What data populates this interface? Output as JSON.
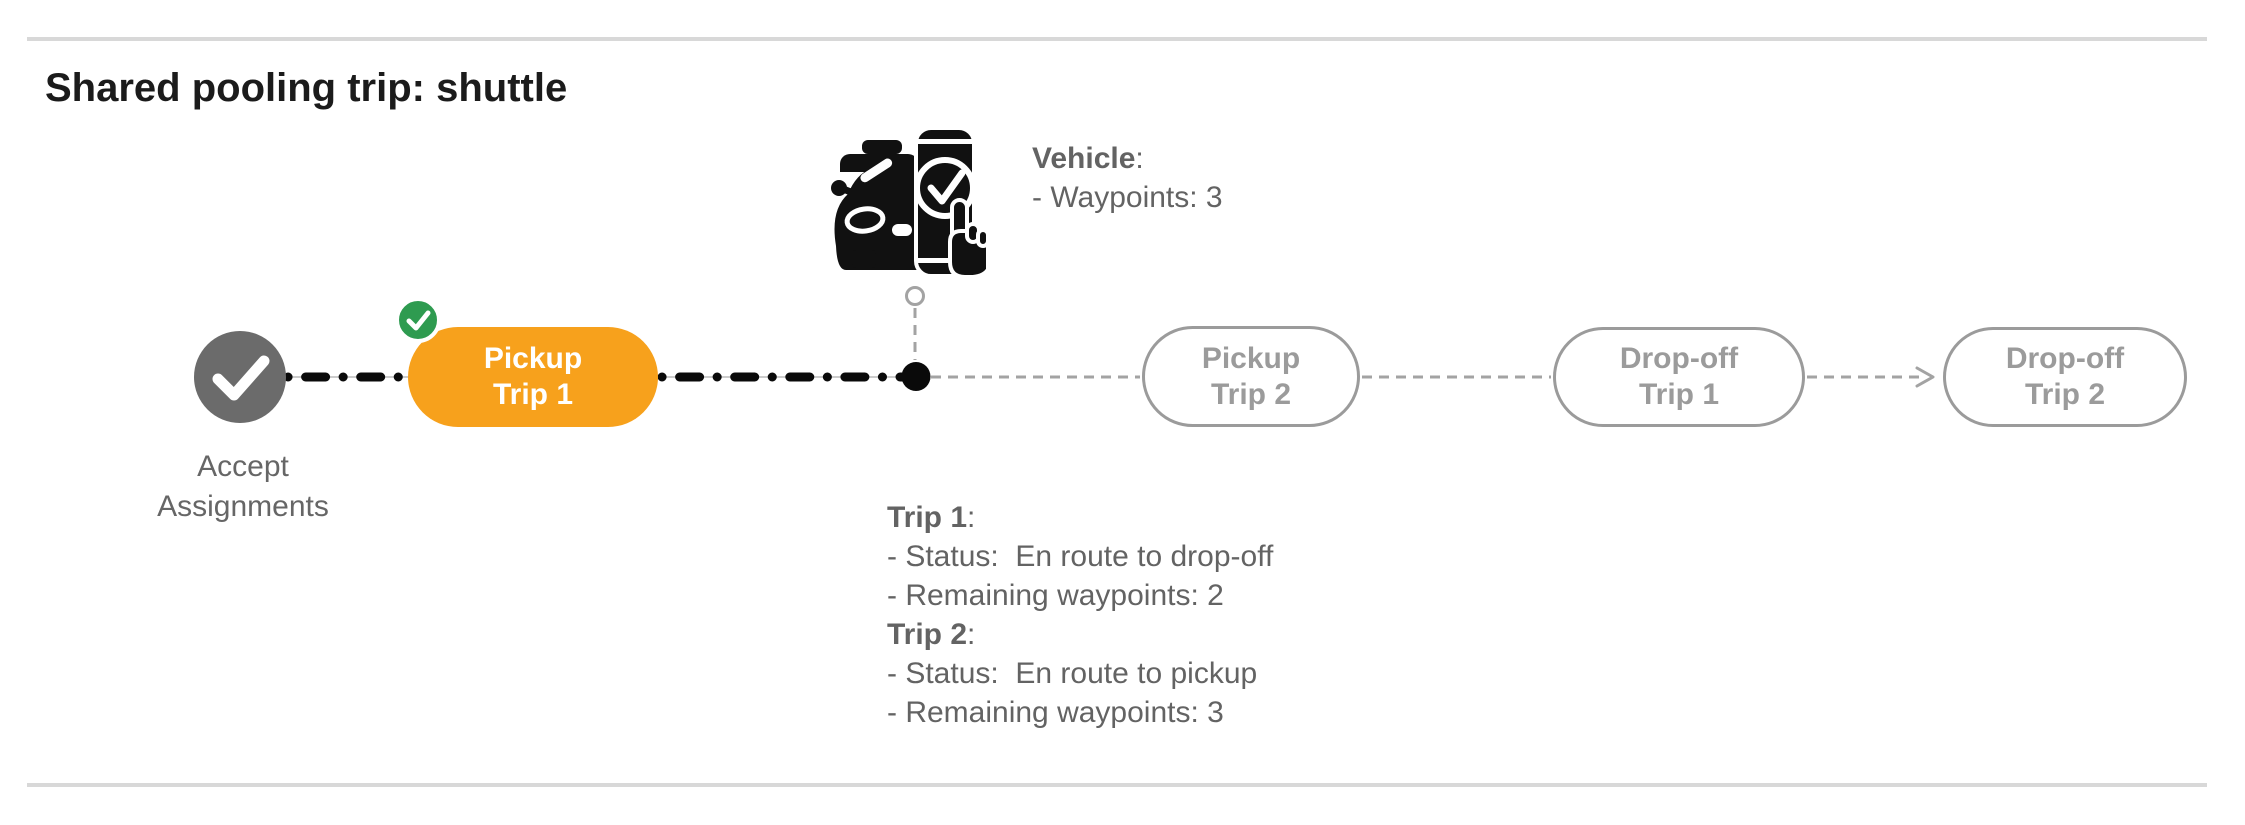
{
  "title": "Shared pooling trip: shuttle",
  "colors": {
    "accent_orange": "#F7A11C",
    "accent_green": "#2E9B50",
    "dark_gray": "#6B6B6B",
    "text_gray": "#636363",
    "muted_gray": "#9B9B9B",
    "line_black": "#0A0A0A",
    "connector_gray": "#A3A3A3",
    "rule_gray": "#D8D8D8"
  },
  "vehicle_panel": {
    "icon": "car-phone-check-icon",
    "heading_label": "Vehicle",
    "heading_suffix": ":",
    "lines": [
      "- Waypoints: 3"
    ]
  },
  "trip_panel": {
    "sections": [
      {
        "heading_label": "Trip 1",
        "heading_suffix": ":",
        "lines": [
          "- Status:  En route to drop-off",
          "- Remaining waypoints: 2"
        ]
      },
      {
        "heading_label": "Trip 2",
        "heading_suffix": ":",
        "lines": [
          "- Status:  En route to pickup",
          "- Remaining waypoints: 3"
        ]
      }
    ]
  },
  "timeline": {
    "start": {
      "icon": "check-icon",
      "state": "completed",
      "label_line1": "Accept",
      "label_line2": "Assignments"
    },
    "current_position_icon": "current-position-dot",
    "stages": [
      {
        "line1": "Pickup",
        "line2": "Trip 1",
        "state": "current",
        "badge_icon": "check-badge-icon"
      },
      {
        "line1": "Pickup",
        "line2": "Trip 2",
        "state": "upcoming"
      },
      {
        "line1": "Drop-off",
        "line2": "Trip 1",
        "state": "upcoming"
      },
      {
        "line1": "Drop-off",
        "line2": "Trip 2",
        "state": "upcoming"
      }
    ]
  }
}
